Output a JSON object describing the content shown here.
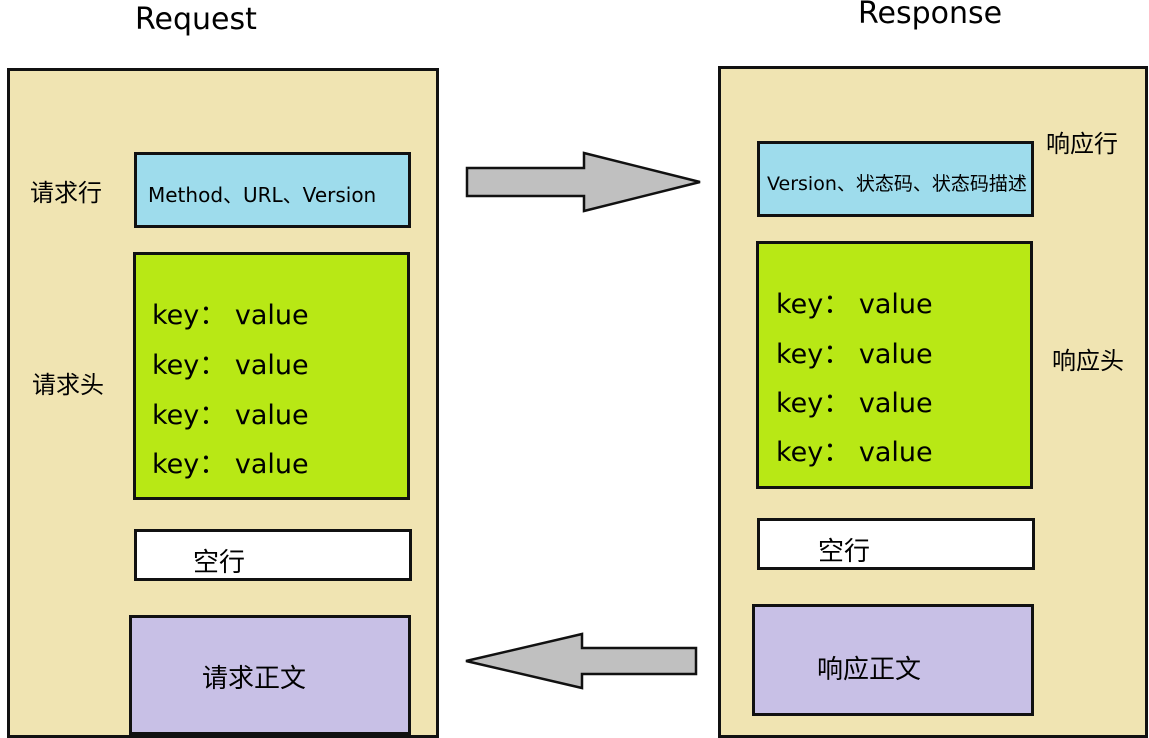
{
  "request": {
    "title": "Request",
    "line_label": "请求行",
    "line_content": "Method、URL、Version",
    "header_label": "请求头",
    "header_rows": [
      "key： value",
      "key： value",
      "key： value",
      "key： value"
    ],
    "blank_label": "空行",
    "body_label": "请求正文"
  },
  "response": {
    "title": "Response",
    "line_label": "响应行",
    "line_content": "Version、状态码、状态码描述",
    "header_label": "响应头",
    "header_rows": [
      "key： value",
      "key： value",
      "key： value",
      "key： value"
    ],
    "blank_label": "空行",
    "body_label": "响应正文"
  },
  "colors": {
    "panel": "#f0e4b2",
    "line_box": "#9edcec",
    "header_box": "#b8e815",
    "blank_box": "#ffffff",
    "body_box": "#c8c0e6",
    "arrow": "#c0c0c0"
  }
}
